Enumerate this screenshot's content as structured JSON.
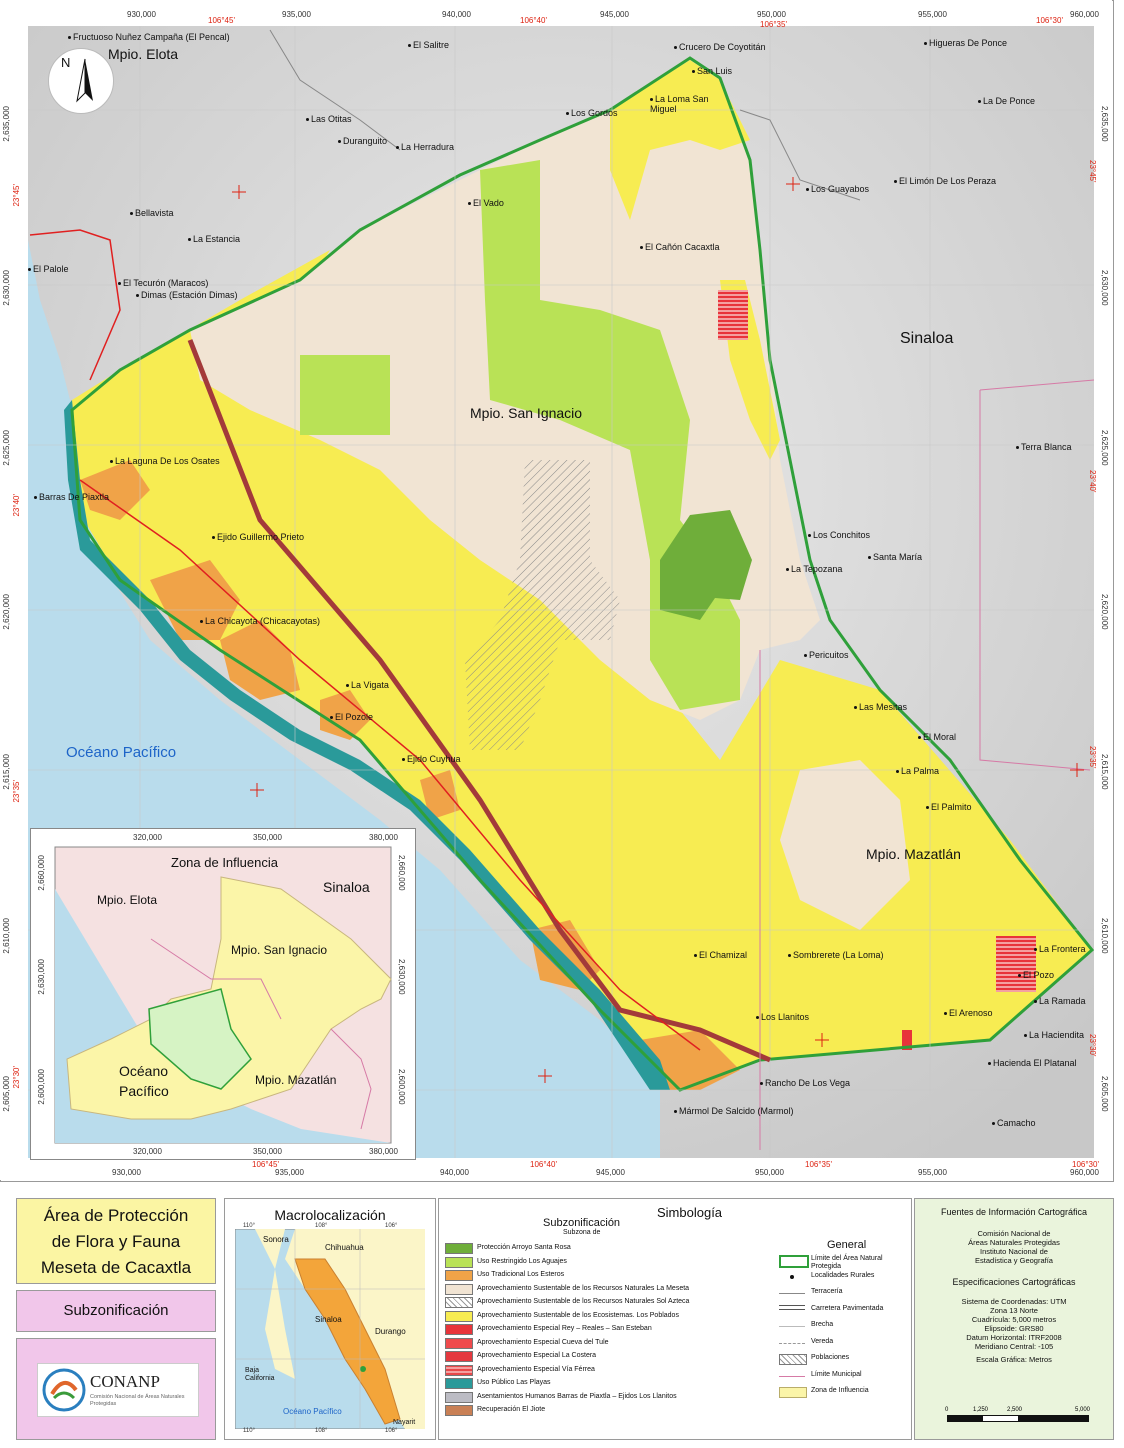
{
  "map": {
    "top_coords": [
      "930,000",
      "935,000",
      "940,000",
      "945,000",
      "950,000",
      "955,000",
      "960,000"
    ],
    "top_red_coords": [
      "106°45'",
      "106°40'",
      "106°35'",
      "106°30'"
    ],
    "bottom_coords": [
      "930,000",
      "935,000",
      "940,000",
      "945,000",
      "950,000",
      "955,000",
      "960,000"
    ],
    "bottom_red_coords": [
      "106°45'",
      "106°40'",
      "106°35'",
      "106°30'"
    ],
    "left_coords": [
      "2,635,000",
      "2,630,000",
      "2,625,000",
      "2,620,000",
      "2,615,000",
      "2,610,000",
      "2,605,000"
    ],
    "right_coords": [
      "2,635,000",
      "2,630,000",
      "2,625,000",
      "2,620,000",
      "2,615,000",
      "2,610,000",
      "2,605,000"
    ],
    "left_red_coords": [
      "23°45'",
      "23°40'",
      "23°35'",
      "23°30'"
    ],
    "right_red_coords": [
      "23°45'",
      "23°40'",
      "23°35'",
      "23°30'"
    ],
    "north_label": "N",
    "places": [
      "Fructuoso Nuñez Campaña (El Pencal)",
      "El Salitre",
      "Crucero De Coyotitán",
      "Higueras De Ponce",
      "San Luis",
      "La Loma San Miguel",
      "Los Gordos",
      "La De Ponce",
      "Las Otitas",
      "Duranguito",
      "La Herradura",
      "Los Guayabos",
      "El Limón De Los Peraza",
      "El Vado",
      "Bellavista",
      "La Estancia",
      "El Cañón Cacaxtla",
      "El Palole",
      "El Tecurón (Maracos)",
      "Dimas (Estación Dimas)",
      "Terra Blanca",
      "La Laguna De Los Osates",
      "Barras De Piaxtla",
      "Ejido Guillermo Prieto",
      "Los Conchitos",
      "Santa María",
      "La Tepozana",
      "La Chicayota (Chicacayotas)",
      "Pericuitos",
      "La Vigata",
      "El Pozole",
      "Las Mesitas",
      "El Moral",
      "Ejido Cuyhua",
      "La Palma",
      "El Palmito",
      "La Frontera",
      "El Chamizal",
      "Sombrerete (La Loma)",
      "El Pozo",
      "La Ramada",
      "El Arenoso",
      "Los Llanitos",
      "La Haciendita",
      "Hacienda El Platanal",
      "Rancho De Los Vega",
      "Mármol De Salcido (Marmol)",
      "Camacho"
    ],
    "region_labels": {
      "elota": "Mpio. Elota",
      "sinaloa": "Sinaloa",
      "san_ignacio": "Mpio. San Ignacio",
      "mazatlan": "Mpio. Mazatlán",
      "ocean": "Océano Pacífico"
    }
  },
  "inset": {
    "title": "Zona de Influencia",
    "top_coords": [
      "320,000",
      "350,000",
      "380,000"
    ],
    "bottom_coords": [
      "320,000",
      "350,000",
      "380,000"
    ],
    "left_coords": [
      "2,660,000",
      "2,630,000",
      "2,600,000"
    ],
    "right_coords": [
      "2,660,000",
      "2,630,000",
      "2,600,000"
    ],
    "labels": {
      "elota": "Mpio. Elota",
      "sinaloa": "Sinaloa",
      "san_ignacio": "Mpio. San Ignacio",
      "ocean_1": "Océano",
      "ocean_2": "Pacífico",
      "mazatlan": "Mpio. Mazatlán"
    }
  },
  "title_block": {
    "title_lines": [
      "Área de Protección",
      "de Flora y Fauna",
      "Meseta de Cacaxtla"
    ],
    "subtitle": "Subzonificación",
    "logo_text": "CONANP",
    "logo_sub": "Comisión Nacional de Áreas Naturales Protegidas"
  },
  "macro": {
    "title": "Macrolocalización",
    "labels": [
      "Sonora",
      "Chihuahua",
      "Sinaloa",
      "Durango",
      "Baja California",
      "Océano Pacífico",
      "Nayarit"
    ],
    "coords_top": [
      "110°",
      "108°",
      "106°"
    ],
    "coords_bottom": [
      "110°",
      "108°",
      "106°"
    ]
  },
  "legend": {
    "title": "Simbología",
    "subzonification_title": "Subzonificación",
    "subzonification_sub": "Subzona de",
    "items": [
      {
        "label": "Protección Arroyo Santa Rosa",
        "color": "#6fae3a",
        "pattern": "solid"
      },
      {
        "label": "Uso Restringido Los Aguajes",
        "color": "#b9e256",
        "pattern": "solid"
      },
      {
        "label": "Uso Tradicional Los Esteros",
        "color": "#f0a348",
        "pattern": "solid"
      },
      {
        "label": "Aprovechamiento Sustentable de los Recursos Naturales La Meseta",
        "color": "#f1e4d3",
        "pattern": "solid"
      },
      {
        "label": "Aprovechamiento Sustentable de los Recursos Naturales Sol Azteca",
        "color": "#ffffff",
        "pattern": "hatch"
      },
      {
        "label": "Aprovechamiento Sustentable de los Ecosistemas. Los Poblados",
        "color": "#f7ec52",
        "pattern": "solid"
      },
      {
        "label": "Aprovechamiento Especial Rey – Reales – San Esteban",
        "color": "#e8343a",
        "pattern": "solid"
      },
      {
        "label": "Aprovechamiento Especial Cueva del Tule",
        "color": "#ef4a4c",
        "pattern": "solid"
      },
      {
        "label": "Aprovechamiento Especial La Costera",
        "color": "#e4383f",
        "pattern": "solid"
      },
      {
        "label": "Aprovechamiento Especial Vía Férrea",
        "color": "#e8484a",
        "pattern": "stripe"
      },
      {
        "label": "Uso Público Las Playas",
        "color": "#2a9a9a",
        "pattern": "solid"
      },
      {
        "label": "Asentamientos Humanos Barras de Piaxtla – Ejidos Los Llanitos",
        "color": "#bcbcc4",
        "pattern": "solid"
      },
      {
        "label": "Recuperación El Jiote",
        "color": "#c98055",
        "pattern": "solid"
      }
    ],
    "general_title": "General",
    "general_items": [
      {
        "label": "Límite del Área Natural Protegida",
        "symbol": "green-box"
      },
      {
        "label": "Localidades Rurales",
        "symbol": "dot"
      },
      {
        "label": "Terracería",
        "symbol": "line-gray"
      },
      {
        "label": "Carretera Pavimentada",
        "symbol": "line-double"
      },
      {
        "label": "Brecha",
        "symbol": "line-thin"
      },
      {
        "label": "Vereda",
        "symbol": "line-dash"
      },
      {
        "label": "Poblaciones",
        "symbol": "hatch-box"
      },
      {
        "label": "Límite Municipal",
        "symbol": "line-pink"
      },
      {
        "label": "Zona de Influencia",
        "symbol": "yellow-box"
      }
    ]
  },
  "sources": {
    "title": "Fuentes de Información Cartográfica",
    "lines": [
      "Comisión Nacional de",
      "Áreas Naturales Protegidas",
      "Instituto Nacional de",
      "Estadística y Geografía"
    ],
    "spec_title": "Especificaciones Cartográficas",
    "spec_lines": [
      "Sistema de Coordenadas: UTM",
      "Zona 13 Norte",
      "Cuadrícula: 5,000 metros",
      "Elipsoide: GRS80",
      "Datum Horizontal: ITRF2008",
      "Meridiano Central: -105",
      "Escala Gráfica: Metros"
    ],
    "scale_labels": [
      "0",
      "1,250",
      "2,500",
      "5,000"
    ]
  },
  "colors": {
    "ocean": "#b9dcec",
    "land": "#dcdcdc",
    "meseta": "#f1e4d3",
    "yellow": "#f7ec52",
    "orange": "#f0a348",
    "green_light": "#b9e256",
    "green_dark": "#6fae3a",
    "boundary": "#2fa03a",
    "red": "#e8343a"
  }
}
